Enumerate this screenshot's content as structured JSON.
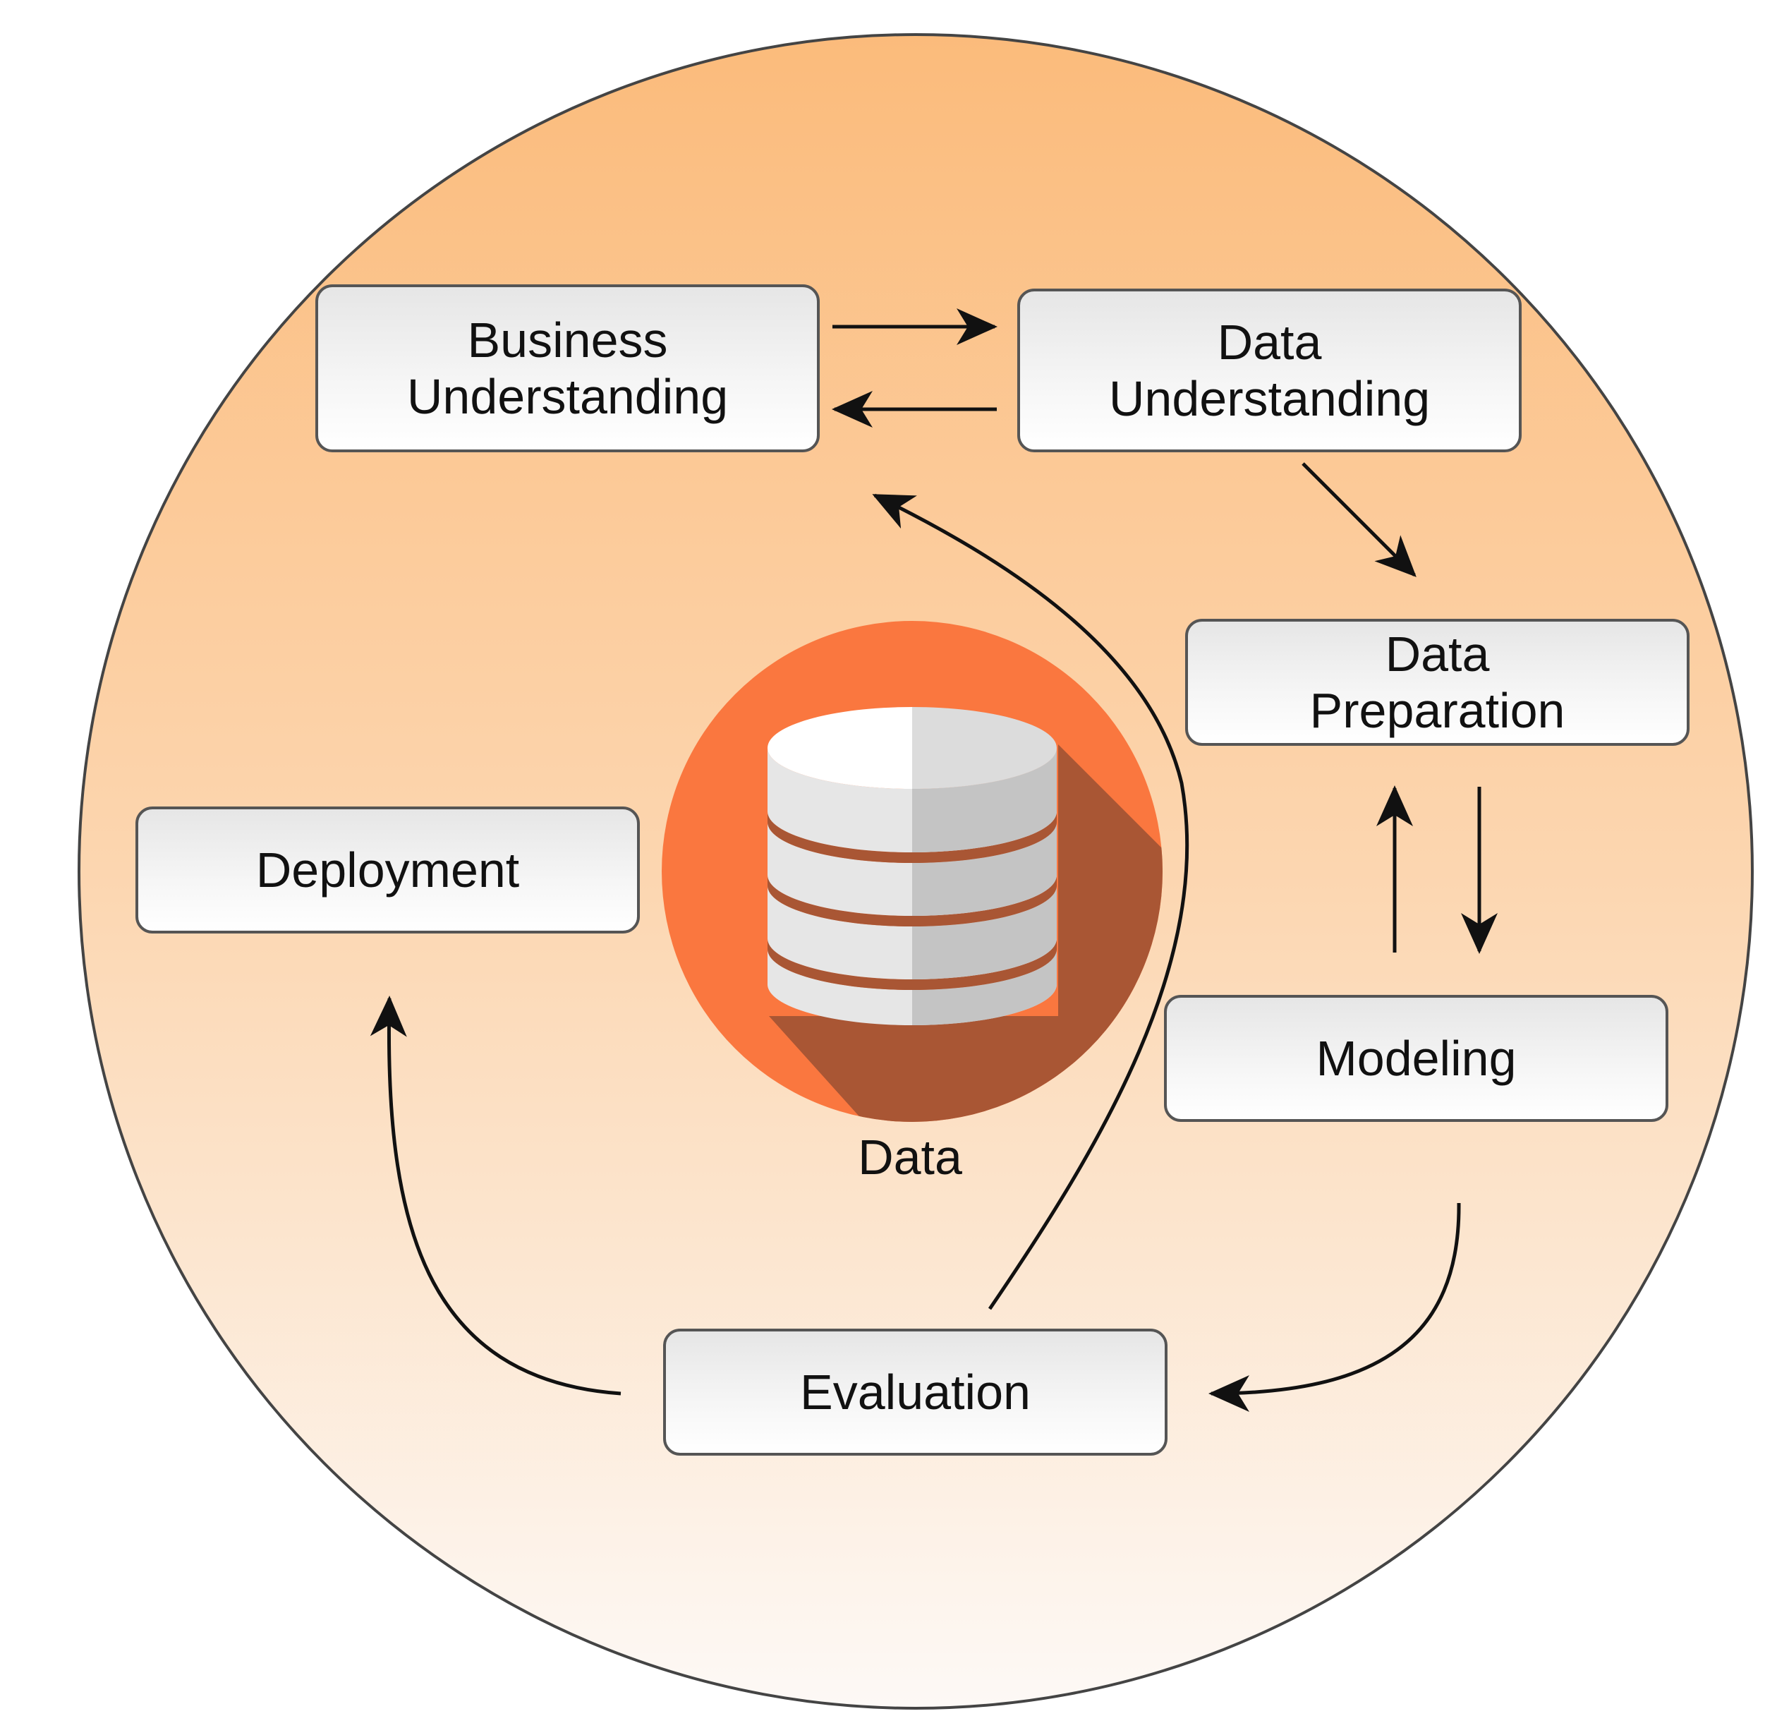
{
  "stages": {
    "business_understanding": {
      "line1": "Business",
      "line2": "Understanding"
    },
    "data_understanding": {
      "line1": "Data",
      "line2": "Understanding"
    },
    "data_preparation": {
      "line1": "Data",
      "line2": "Preparation"
    },
    "modeling": {
      "label": "Modeling"
    },
    "evaluation": {
      "label": "Evaluation"
    },
    "deployment": {
      "label": "Deployment"
    }
  },
  "center": {
    "label": "Data",
    "icon": "database-icon"
  },
  "colors": {
    "circle_top": "#fbbb7b",
    "circle_bottom": "#fdf9f6",
    "icon_circle": "#fa773f",
    "icon_shadow": "#a95634",
    "cylinder_light": "#e6e6e6",
    "cylinder_dark": "#c4c4c4",
    "box_border": "#555555",
    "arrow": "#111111"
  }
}
